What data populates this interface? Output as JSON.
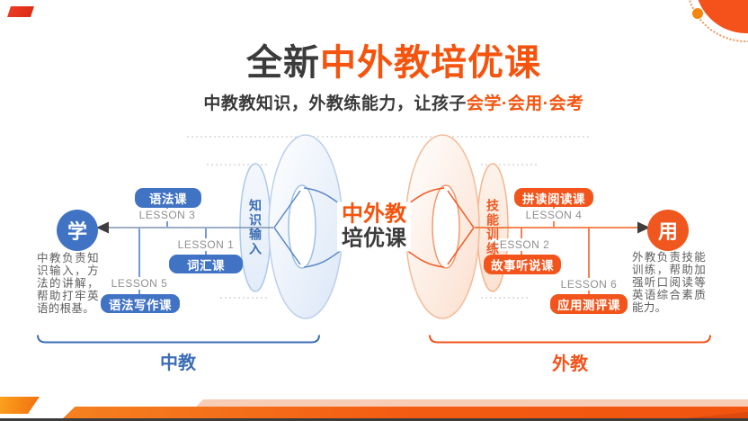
{
  "header": {
    "title_black": "全新",
    "title_orange": "中外教培优课",
    "subtitle_black": "中教教知识，外教练能力，让孩子",
    "subtitle_orange": "会学·会用·会考"
  },
  "center": {
    "name_line1": "中外教",
    "name_line2": "培优课",
    "input_label": "知识输入",
    "training_label": "技能训练"
  },
  "left_section": {
    "circle_label": "学",
    "description": "中教负责知识输入，方法的讲解，帮助打牢英语的根基。",
    "courses": [
      {
        "label": "语法课",
        "lesson": "LESSON 3"
      },
      {
        "label": "词汇课",
        "lesson": "LESSON 1"
      },
      {
        "label": "语法写作课",
        "lesson": "LESSON 5"
      }
    ],
    "group_label": "中教"
  },
  "right_section": {
    "circle_label": "用",
    "description": "外教负责技能训练，帮助加强听口阅读等英语综合素质能力。",
    "courses": [
      {
        "label": "拼读阅读课",
        "lesson": "LESSON 4"
      },
      {
        "label": "故事听说课",
        "lesson": "LESSON 2"
      },
      {
        "label": "应用测评课",
        "lesson": "LESSON 6"
      }
    ],
    "group_label": "外教"
  },
  "colors": {
    "orange_accent": "#F4540E",
    "orange_pill": "#F2541B",
    "blue_pill": "#4173C4",
    "blue_text": "#3D6EB5",
    "dark_text": "#3B3B3B",
    "gray_text": "#8F8F8F",
    "salmon_band": "#F8CDB5"
  }
}
